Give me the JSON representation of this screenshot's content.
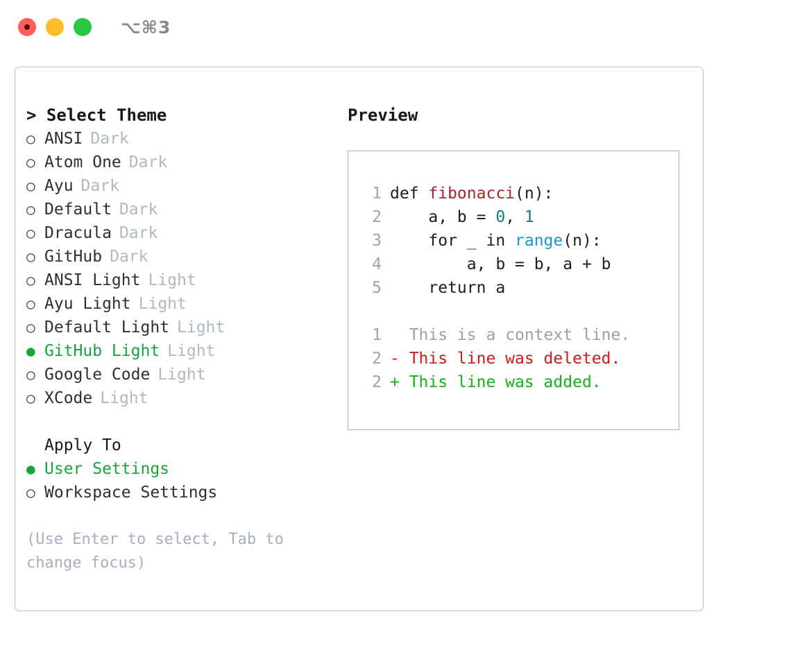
{
  "window": {
    "shortcut": "⌥⌘3",
    "traffic_lights": [
      {
        "name": "close",
        "color": "#ff5f57"
      },
      {
        "name": "minimize",
        "color": "#ffbd2e"
      },
      {
        "name": "maximize",
        "color": "#28c840"
      }
    ]
  },
  "accent": {
    "selected_green": "#17a33d",
    "muted": "#b0b8c4",
    "hint": "#a6aec0"
  },
  "left": {
    "heading": "> Select Theme",
    "bullet_selected": "●",
    "bullet_unselected": "○",
    "themes": [
      {
        "name": "ANSI",
        "badge": "Dark",
        "selected": false
      },
      {
        "name": "Atom One",
        "badge": "Dark",
        "selected": false
      },
      {
        "name": "Ayu",
        "badge": "Dark",
        "selected": false
      },
      {
        "name": "Default",
        "badge": "Dark",
        "selected": false
      },
      {
        "name": "Dracula",
        "badge": "Dark",
        "selected": false
      },
      {
        "name": "GitHub",
        "badge": "Dark",
        "selected": false
      },
      {
        "name": "ANSI Light",
        "badge": "Light",
        "selected": false
      },
      {
        "name": "Ayu Light",
        "badge": "Light",
        "selected": false
      },
      {
        "name": "Default Light",
        "badge": "Light",
        "selected": false
      },
      {
        "name": "GitHub Light",
        "badge": "Light",
        "selected": true
      },
      {
        "name": "Google Code",
        "badge": "Light",
        "selected": false
      },
      {
        "name": "XCode",
        "badge": "Light",
        "selected": false
      }
    ],
    "apply_to_heading": "Apply To",
    "apply_to": [
      {
        "name": "User Settings",
        "selected": true
      },
      {
        "name": "Workspace Settings",
        "selected": false
      }
    ],
    "hint": "(Use Enter to select, Tab to change focus)"
  },
  "right": {
    "heading": "Preview",
    "code_lines": [
      {
        "no": "1",
        "parts": [
          {
            "t": "def ",
            "c": "plain"
          },
          {
            "t": "fibonacci",
            "c": "fn"
          },
          {
            "t": "(n):",
            "c": "plain"
          }
        ]
      },
      {
        "no": "2",
        "parts": [
          {
            "t": "    a, b = ",
            "c": "plain"
          },
          {
            "t": "0",
            "c": "num"
          },
          {
            "t": ", ",
            "c": "plain"
          },
          {
            "t": "1",
            "c": "num"
          }
        ]
      },
      {
        "no": "3",
        "parts": [
          {
            "t": "    for _ in ",
            "c": "plain"
          },
          {
            "t": "range",
            "c": "call"
          },
          {
            "t": "(n):",
            "c": "plain"
          }
        ]
      },
      {
        "no": "4",
        "parts": [
          {
            "t": "        a, b = b, a + b",
            "c": "plain"
          }
        ]
      },
      {
        "no": "5",
        "parts": [
          {
            "t": "    return a",
            "c": "plain"
          }
        ]
      }
    ],
    "diff_lines": [
      {
        "no": "1",
        "parts": [
          {
            "t": "  This is a context line.",
            "c": "ctx"
          }
        ]
      },
      {
        "no": "2",
        "parts": [
          {
            "t": "- This line was deleted.",
            "c": "del"
          }
        ]
      },
      {
        "no": "2",
        "parts": [
          {
            "t": "+ This line was added.",
            "c": "add"
          }
        ]
      }
    ]
  }
}
